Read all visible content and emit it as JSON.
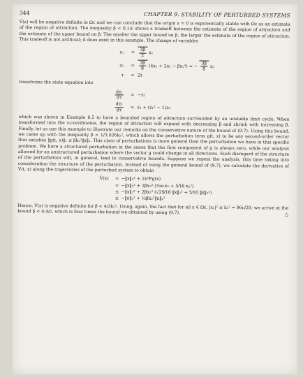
{
  "header": {
    "page_number": "344",
    "running_head": "CHAPTER 9.  STABILITY OF PERTURBED SYSTEMS"
  },
  "para1": "V̇(x) will be negative definite in Ωc and we can conclude that the origin x = 0 is exponentially stable with Ωc as an estimate of the region of attraction. The inequality β < 0.1/c shows a tradeoff between the estimate of the region of attraction and the estimate of the upper bound on β. The smaller the upper bound on β, the larger the estimate of the region of attraction. This tradeoff is not artificial; it does exist in this example. The change of variables",
  "eq_change": {
    "z1_lhs": "z₁",
    "z1_rhs": "x₂",
    "z2_lhs": "z₂",
    "z2_mid": "(4x₁ + 2x₂ − βx₂³) = −",
    "z2_end": "x₂",
    "tau_lhs": "τ",
    "tau_rhs": "2t",
    "eq": "=",
    "n3b": "3β",
    "d2": "2",
    "d8": "8"
  },
  "para2": "transforms the state equation into",
  "eq_state": {
    "lhs1_n": "dz₁",
    "lhs1_d": "dτ",
    "rhs1": "−z₂",
    "lhs2_n": "dz₂",
    "lhs2_d": "dτ",
    "rhs2": "z₁ + (z₁² − 1)z₂",
    "eq": "="
  },
  "para3": "which was shown in Example 8.5 to have a bounded region of attraction surrounded by an unstable limit cycle. When transformed into the x-coordinates, the region of attraction will expand with decreasing β and shrink with increasing β. Finally, let us use this example to illustrate our remarks on the conservative nature of the bound of (9.7). Using this bound, we came up with the inequality β < 1/3.026k₂², which allows the perturbation term g(t, x) to be any second-order vector that satisfies ‖g(t, x)‖₂ ≤ βk₂²‖x‖₂. This class of perturbations is more general than the perturbation we have in this specific problem. We have a structured perturbation in the sense that the first component of g is always zero, while our analysis allowed for an unstructured perturbation where the vector g could change in all directions. Such disregard of the structure of the perturbation will, in general, lead to conservative bounds. Suppose we repeat the analysis, this time taking into consideration the structure of the perturbation. Instead of using the general bound of (9.7), we calculate the derivative of V(t, x) along the trajectories of the perturbed system to obtain",
  "ineq": {
    "lhs": "V̇(x)",
    "ops": [
      "=",
      "=",
      "≤",
      "≤"
    ],
    "rhs": [
      "−‖x‖₂² + 2xᵀPg(x)",
      "−‖x‖₂² + 2βx₂² (⅛x₁x₂ + 5⁄16 x₂²)",
      "−‖x‖₂² + 2βx₂² (√29⁄16 ‖x‖₂² + 5⁄16 ‖x‖₂²)",
      "−‖x‖₂² + ¾βk₂²‖x‖₂²"
    ]
  },
  "para4": "Hence, V̇(x) is negative definite for β < 4/3k₂². Using, again, the fact that for all x ∈ Ωc, |x₂|² ≤ k₂² = 96c/29, we arrive at the bound β < 0.4/c, which is four times the bound we obtained by using (9.7).",
  "qed": "△"
}
